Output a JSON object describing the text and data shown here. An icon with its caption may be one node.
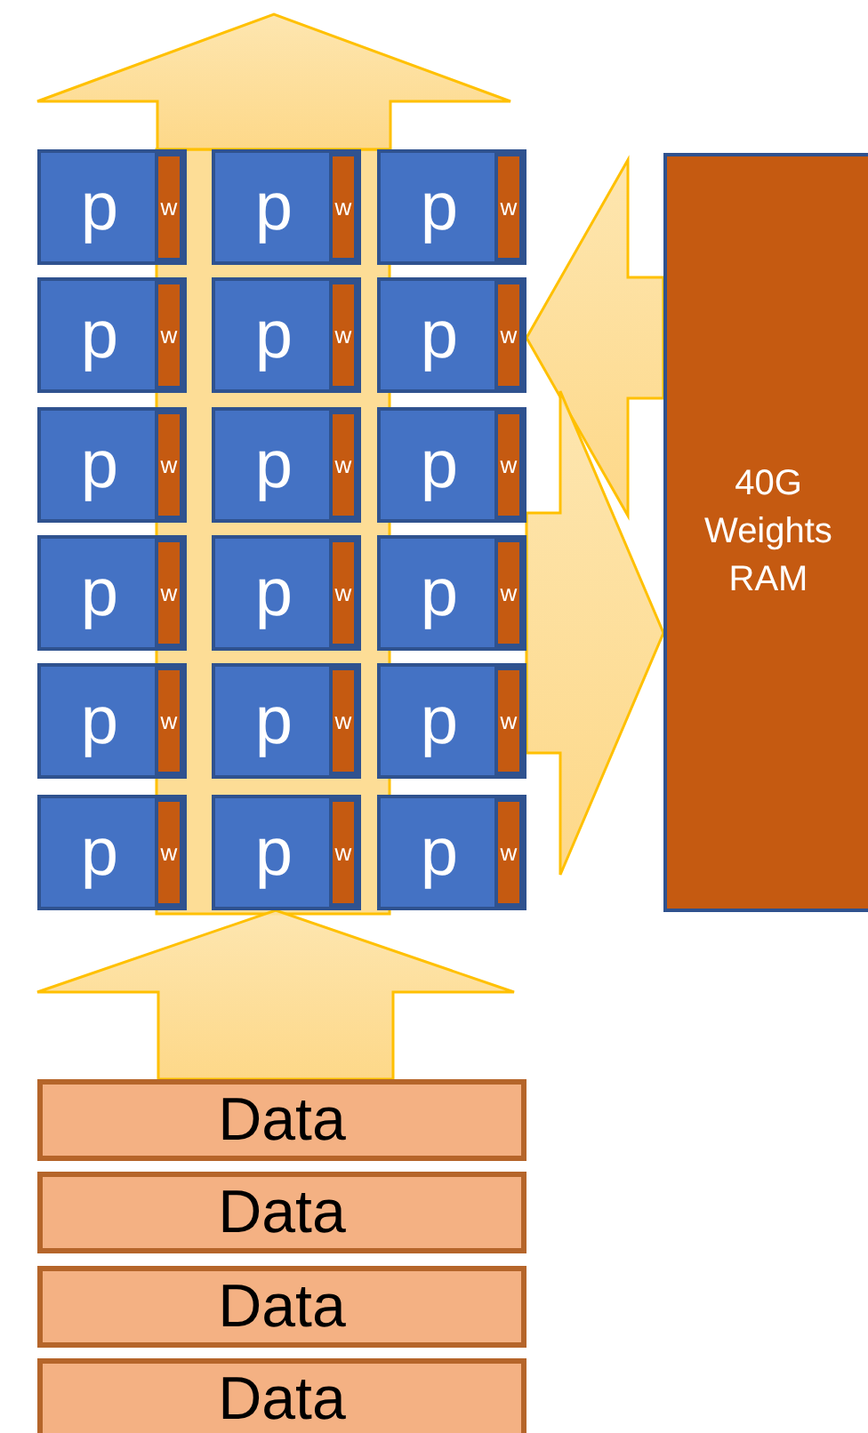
{
  "diagram": {
    "nodes": [
      {
        "text": [
          "p"
        ]
      },
      {
        "text": [
          "w"
        ],
        "in": 0
      },
      {
        "text": [
          "p"
        ]
      },
      {
        "text": [
          "w"
        ],
        "in": 2
      },
      {
        "text": [
          "p"
        ]
      },
      {
        "text": [
          "w"
        ],
        "in": 4
      },
      {
        "text": [
          "p"
        ]
      },
      {
        "text": [
          "w"
        ],
        "in": 6
      },
      {
        "text": [
          "p"
        ]
      },
      {
        "text": [
          "w"
        ],
        "in": 8
      },
      {
        "text": [
          "p"
        ]
      },
      {
        "text": [
          "w"
        ],
        "in": 10
      },
      {
        "text": [
          "p"
        ]
      },
      {
        "text": [
          "w"
        ],
        "in": 12
      },
      {
        "text": [
          "p"
        ]
      },
      {
        "text": [
          "w"
        ],
        "in": 14
      },
      {
        "text": [
          "p"
        ]
      },
      {
        "text": [
          "w"
        ],
        "in": 16
      },
      {
        "text": [
          "p"
        ]
      },
      {
        "text": [
          "w"
        ],
        "in": 18
      },
      {
        "text": [
          "p"
        ]
      },
      {
        "text": [
          "w"
        ],
        "in": 20
      },
      {
        "text": [
          "p"
        ]
      },
      {
        "text": [
          "w"
        ],
        "in": 22
      },
      {
        "text": [
          "p"
        ]
      },
      {
        "text": [
          "w"
        ],
        "in": 24
      },
      {
        "text": [
          "p"
        ]
      },
      {
        "text": [
          "w"
        ],
        "in": 26
      },
      {
        "text": [
          "p"
        ]
      },
      {
        "text": [
          "w"
        ],
        "in": 28
      },
      {
        "text": [
          "p"
        ]
      },
      {
        "text": [
          "w"
        ],
        "in": 30
      },
      {
        "text": [
          "p"
        ]
      },
      {
        "text": [
          "w"
        ],
        "in": 32
      },
      {
        "text": [
          "p"
        ]
      },
      {
        "text": [
          "w"
        ],
        "in": 34
      },
      {
        "text": [
          "40G Weights RAM"
        ]
      },
      {
        "text": [
          "Data"
        ]
      },
      {
        "text": [
          "Data"
        ]
      },
      {
        "text": [
          "Data"
        ]
      },
      {
        "text": [
          "Data"
        ]
      }
    ],
    "edges": [
      {
        "from": 2,
        "to": null,
        "arrow": "to"
      },
      {
        "from": 36,
        "to": 10,
        "arrow": "to"
      },
      {
        "from": 22,
        "to": 36,
        "arrow": "to"
      },
      {
        "from": 37,
        "to": 32,
        "arrow": "to"
      }
    ]
  }
}
